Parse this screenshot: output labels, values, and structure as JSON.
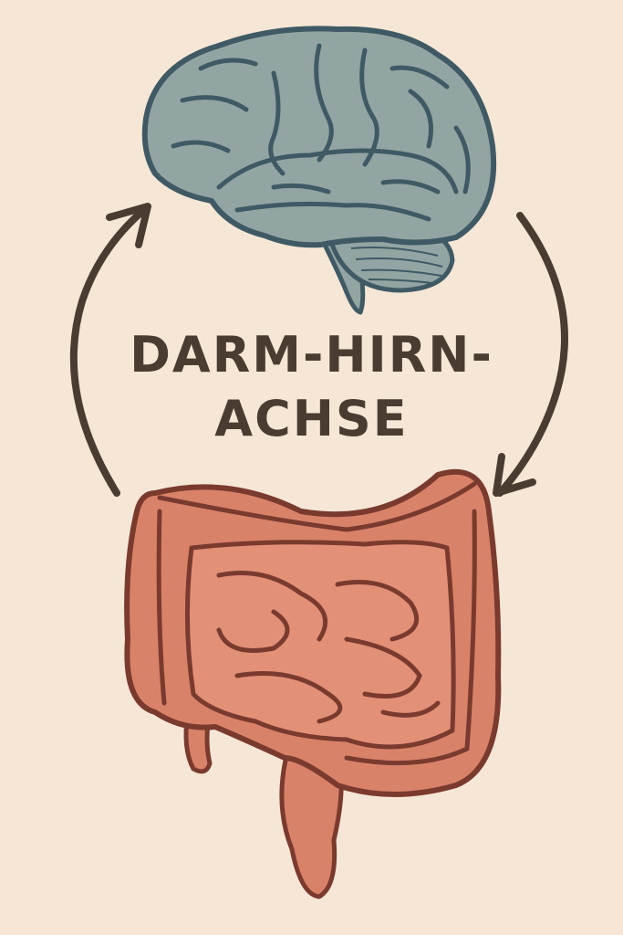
{
  "title": {
    "line1": "DARM-HIRN-",
    "line2": "ACHSE"
  },
  "colors": {
    "background": "#f6e6d6",
    "text": "#4a3c30",
    "arrow": "#4a3c30",
    "brain_fill": "#93a5a3",
    "brain_stroke": "#3f5a64",
    "gut_fill": "#d9826a",
    "gut_inner": "#e39078",
    "gut_stroke": "#7a3a2e"
  },
  "figures": {
    "top": "brain",
    "bottom": "intestines",
    "arrow_left": "arrow pointing up to brain",
    "arrow_right": "arrow pointing down to intestines"
  }
}
